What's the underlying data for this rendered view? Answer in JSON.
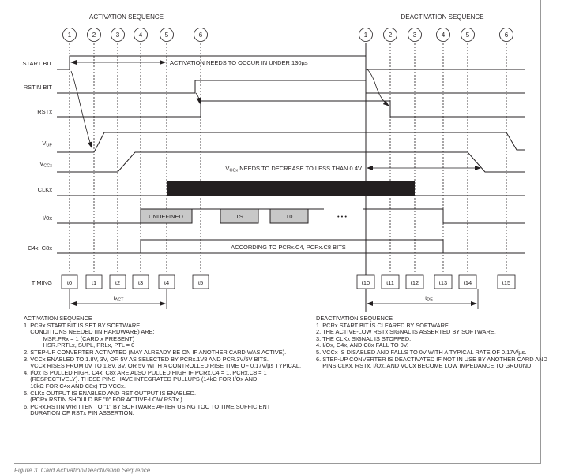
{
  "titles": {
    "activation": "ACTIVATION SEQUENCE",
    "deactivation": "DEACTIVATION SEQUENCE"
  },
  "steps": {
    "activation": [
      "1",
      "2",
      "3",
      "4",
      "5",
      "6"
    ],
    "deactivation": [
      "1",
      "2",
      "3",
      "4",
      "5",
      "6"
    ]
  },
  "signals": {
    "start_bit": "START BIT",
    "rstin_bit": "RSTIN BIT",
    "rstx": "RSTx",
    "vup": "V",
    "vup_sub": "UP",
    "vccx": "V",
    "vccx_sub": "CCx",
    "clkx": "CLKx",
    "iox": "I/0x",
    "c4c8": "C4x, C8x"
  },
  "annotations": {
    "activation_time": "ACTIVATION NEEDS TO OCCUR IN UNDER 130µs",
    "vcc_decrease": "V",
    "vcc_decrease_sub": "CCx",
    "vcc_decrease_rest": " NEEDS TO DECREASE TO LESS THAN 0.4V",
    "undefined": "UNDEFINED",
    "ts": "TS",
    "t0": "T0",
    "ellipsis": "• • •",
    "c4c8_text": "ACCORDING TO PCRx.C4, PCRx.C8 BITS"
  },
  "timing": {
    "label": "TIMING",
    "activation": [
      "t0",
      "t1",
      "t2",
      "t3",
      "t4",
      "t5"
    ],
    "deactivation": [
      "t10",
      "t11",
      "t12",
      "t13",
      "t14",
      "t15"
    ],
    "tact": "t",
    "tact_sub": "ACT",
    "tde": "t",
    "tde_sub": "DE"
  },
  "notes": {
    "activation": [
      "ACTIVATION SEQUENCE",
      "1. PCRx.START BIT IS SET BY SOFTWARE.",
      "    CONDITIONS NEEDED (IN HARDWARE) ARE:",
      "            MSR.PRx = 1 (CARD x PRESENT)",
      "            HSR.PRTLx, SUPL, PRLx, PTL = 0",
      "2. STEP-UP CONVERTER ACTIVATED (MAY ALREADY BE ON IF ANOTHER CARD WAS ACTIVE).",
      "3. VCCx ENABLED TO 1.8V, 3V, OR 5V AS SELECTED BY PCRx.1V8 AND PCR.3V/5V BITS.",
      "    VCCx RISES FROM 0V TO 1.8V, 3V, OR 5V WITH A CONTROLLED RISE TIME OF 0.17V/µs TYPICAL.",
      "4. I/Ox IS PULLED HIGH. C4x, C8x ARE ALSO PULLED HIGH IF PCRx.C4 = 1, PCRx.C8 = 1",
      "    (RESPECTIVELY). THESE PINS HAVE INTEGRATED PULLUPS (14kΩ FOR I/Ox AND",
      "    10kΩ FOR C4x AND C8x) TO VCCx.",
      "5. CLKx OUTPUT IS ENABLED AND RST OUTPUT IS ENABLED.",
      "    (PCRx.RSTIN SHOULD BE \"0\" FOR ACTIVE-LOW RSTx.)",
      "6. PCRx.RSTIN WRITTEN TO \"1\" BY SOFTWARE AFTER USING TOC TO TIME SUFFICIENT",
      "    DURATION OF RSTx PIN ASSERTION."
    ],
    "deactivation": [
      "DEACTIVATION SEQUENCE",
      "1. PCRx.START BIT IS CLEARED BY SOFTWARE.",
      "2. THE ACTIVE-LOW RSTx SIGNAL IS ASSERTED BY SOFTWARE.",
      "3. THE CLKx SIGNAL IS STOPPED.",
      "4. I/Ox, C4x, AND C8x FALL TO 0V.",
      "5. VCCx IS DISABLED AND FALLS TO 0V WITH A TYPICAL RATE OF 0.17V/µs.",
      "6. STEP-UP CONVERTER IS DEACTIVATED IF NOT IN USE BY ANOTHER CARD AND",
      "    PINS CLKx, RSTx, I/Ox, AND VCCx BECOME LOW IMPEDANCE TO GROUND."
    ]
  },
  "caption": "Figure 3. Card Activation/Deactivation Sequence"
}
